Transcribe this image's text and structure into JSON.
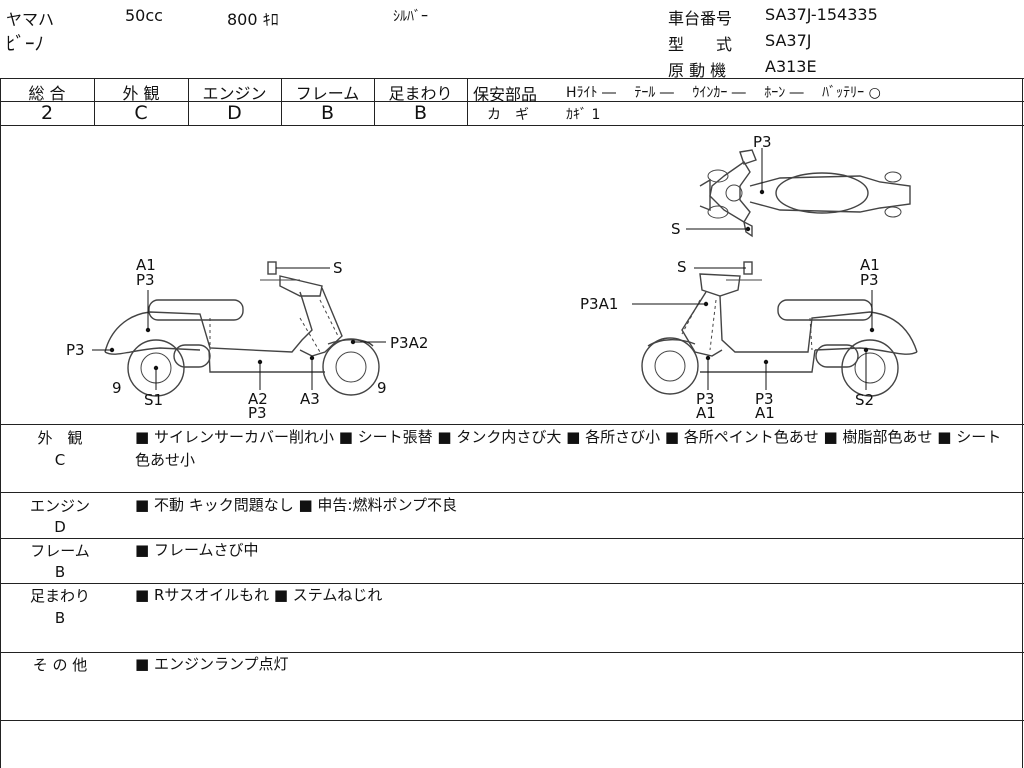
{
  "header": {
    "maker": "ヤマハ",
    "displacement": "50cc",
    "mileage": "800 ｷﾛ",
    "color": "ｼﾙﾊﾞｰ",
    "model_name": "ﾋﾞｰﾉ",
    "frame_no_label": "車台番号",
    "frame_no": "SA37J-154335",
    "type_label": "型　　式",
    "type": "SA37J",
    "engine_label": "原 動 機",
    "engine": "A313E"
  },
  "grades": [
    {
      "label": "総 合",
      "value": "2"
    },
    {
      "label": "外 観",
      "value": "C"
    },
    {
      "label": "エンジン",
      "value": "D"
    },
    {
      "label": "フレーム",
      "value": "B"
    },
    {
      "label": "足まわり",
      "value": "B"
    }
  ],
  "safety": {
    "label": "保安部品",
    "items": "Hﾗｲﾄ ―　 ﾃｰﾙ ―　 ｳｲﾝｶｰ ―　 ﾎｰﾝ ―　 ﾊﾞｯﾃﾘｰ ○",
    "key_label": "カ　ギ",
    "key_value": "ｶｷﾞ 1"
  },
  "diagram": {
    "left": {
      "a1": "A1",
      "p3_top": "P3",
      "s": "S",
      "p3_left": "P3",
      "p3a2": "P3A2",
      "nine_left": "9",
      "nine_right": "9",
      "s1": "S1",
      "a2": "A2",
      "p3_bottom": "P3",
      "a3": "A3"
    },
    "right": {
      "s": "S",
      "a1": "A1",
      "p3_top": "P3",
      "p3a1": "P3A1",
      "p3_a": "P3",
      "a1_a": "A1",
      "p3_b": "P3",
      "a1_b": "A1",
      "s2": "S2"
    },
    "top": {
      "p3": "P3",
      "s": "S"
    }
  },
  "sections": [
    {
      "label": "外　観",
      "grade": "C",
      "text": "■ サイレンサーカバー削れ小 ■ シート張替 ■ タンク内さび大 ■ 各所さび小 ■ 各所ペイント色あせ ■ 樹脂部色あせ ■ シート色あせ小"
    },
    {
      "label": "エンジン",
      "grade": "D",
      "text": "■ 不動 キック問題なし ■ 申告:燃料ポンプ不良"
    },
    {
      "label": "フレーム",
      "grade": "B",
      "text": "■ フレームさび中"
    },
    {
      "label": "足まわり",
      "grade": "B",
      "text": "■ Rサスオイルもれ ■ ステムねじれ"
    },
    {
      "label": "そ の 他",
      "grade": "",
      "text": "■ エンジンランプ点灯"
    }
  ]
}
